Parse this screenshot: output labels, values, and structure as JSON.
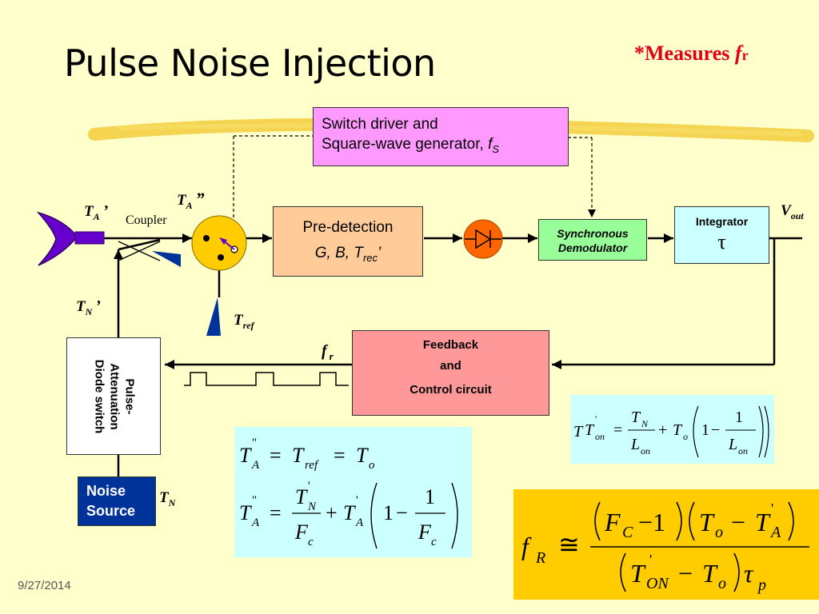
{
  "slide": {
    "title": "Pulse Noise Injection",
    "note_prefix": "*Measures ",
    "note_var": "f",
    "note_sub": "r",
    "date": "9/27/2014"
  },
  "colors": {
    "background": "#ffffcc",
    "highlight_stroke": "#f2cd3b",
    "switch_driver_fill": "#ff99ff",
    "predetection_fill": "#ffcc99",
    "detector_fill": "#ff6600",
    "sync_demod_fill": "#99ff99",
    "integrator_fill": "#ccffff",
    "feedback_fill": "#ff9999",
    "noise_source_fill": "#003399",
    "eq_box_fill": "#ccffff",
    "fr_box_fill": "#ffcc00",
    "horn_fill": "#6600cc",
    "coupler_fill": "#003399",
    "switch_fill": "#ffcc00",
    "note_color": "#e0001a"
  },
  "blocks": {
    "switch_driver": {
      "line1": "Switch driver and",
      "line2": "Square-wave generator, ",
      "var": "f",
      "sub": "S"
    },
    "predetection": {
      "line1": "Pre-detection",
      "line2_prefix": "G, B, T",
      "sub": "rec",
      "prime": "’"
    },
    "sync_demod": {
      "line1": "Synchronous",
      "line2": "Demodulator"
    },
    "integrator": {
      "line1": "Integrator",
      "symbol": "τ"
    },
    "feedback": {
      "line1": "Feedback",
      "line2": "and",
      "line3": "Control circuit"
    },
    "pulse_atten": {
      "line1": "Pulse-",
      "line2": "Attenuation",
      "line3": "Diode switch"
    },
    "noise_source": {
      "line1": "Noise",
      "line2": "Source"
    }
  },
  "labels": {
    "ta_prime": {
      "var": "T",
      "sub": "A",
      "mark": "’"
    },
    "ta_dprime": {
      "var": "T",
      "sub": "A",
      "mark": "”"
    },
    "coupler": "Coupler",
    "tn_prime": {
      "var": "T",
      "sub": "N",
      "mark": "’"
    },
    "tref": {
      "var": "T",
      "sub": "ref"
    },
    "tn": {
      "var": "T",
      "sub": "N"
    },
    "vout": {
      "var": "V",
      "sub": "out"
    },
    "fr": {
      "var": "f",
      "sub": "r"
    }
  },
  "equations": {
    "eq1": {
      "lhs": "T",
      "lhs_sub": "A",
      "lhs_sup": "\"",
      "mid": "T",
      "mid_sub": "ref",
      "rhs": "T",
      "rhs_sub": "o"
    },
    "eq2": {
      "lhs": "T",
      "lhs_sub": "A",
      "lhs_sup": "\"",
      "num1": "T",
      "num1_sub": "N",
      "num1_sup": "'",
      "den1": "F",
      "den1_sub": "c",
      "t2": "T",
      "t2_sub": "A",
      "t2_sup": "'",
      "one": "1",
      "num2": "1",
      "den2": "F",
      "den2_sub": "c"
    },
    "eq3": {
      "lead": "T",
      "t": "T",
      "t_sub": "on",
      "t_sup": "'",
      "num1": "T",
      "num1_sub": "N",
      "den1": "L",
      "den1_sub": "on",
      "t2": "T",
      "t2_sub": "o",
      "one": "1",
      "num2": "1",
      "den2": "L",
      "den2_sub": "on"
    },
    "fr_eq": {
      "lhs": "f",
      "lhs_sub": "R",
      "approx": "≅",
      "fc": "F",
      "fc_sub": "C",
      "minus1": "−1",
      "to": "T",
      "to_sub": "o",
      "ta": "T",
      "ta_sub": "A",
      "ta_sup": "'",
      "ton": "T",
      "ton_sub": "ON",
      "ton_sup": "'",
      "to2": "T",
      "to2_sub": "o",
      "tau": "τ",
      "tau_sub": "p"
    }
  }
}
